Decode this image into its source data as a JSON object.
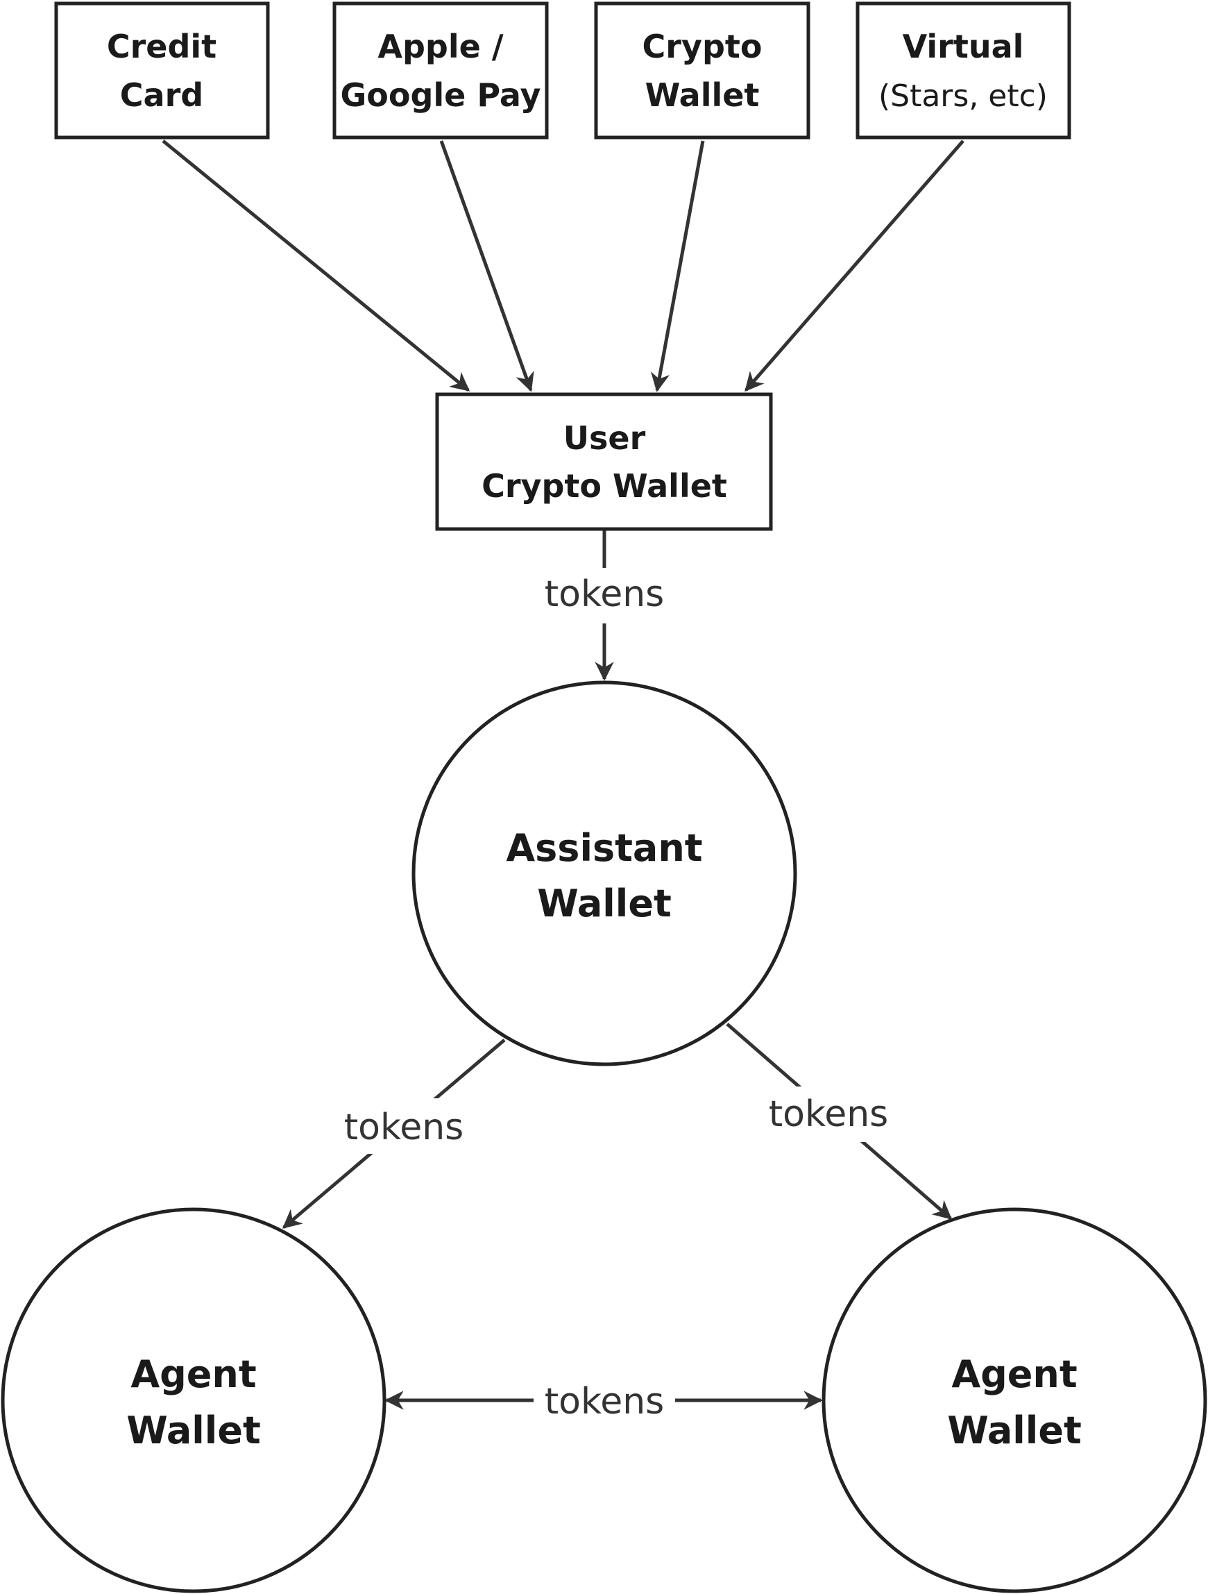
{
  "sources": [
    {
      "id": "credit-card",
      "line1": "Credit",
      "line2": "Card"
    },
    {
      "id": "apple-google-pay",
      "line1": "Apple /",
      "line2": "Google Pay"
    },
    {
      "id": "crypto-wallet",
      "line1": "Crypto",
      "line2": "Wallet"
    },
    {
      "id": "virtual",
      "line1": "Virtual",
      "line2": "(Stars, etc)"
    }
  ],
  "user_wallet": {
    "line1": "User",
    "line2": "Crypto Wallet"
  },
  "assistant_wallet": {
    "line1": "Assistant",
    "line2": "Wallet"
  },
  "agent_left": {
    "line1": "Agent",
    "line2": "Wallet"
  },
  "agent_right": {
    "line1": "Agent",
    "line2": "Wallet"
  },
  "edge_labels": {
    "user_to_assistant": "tokens",
    "assistant_to_agent_left": "tokens",
    "assistant_to_agent_right": "tokens",
    "agent_to_agent": "tokens"
  },
  "colors": {
    "stroke": "#222222",
    "arrow": "#333333",
    "background": "#ffffff"
  }
}
